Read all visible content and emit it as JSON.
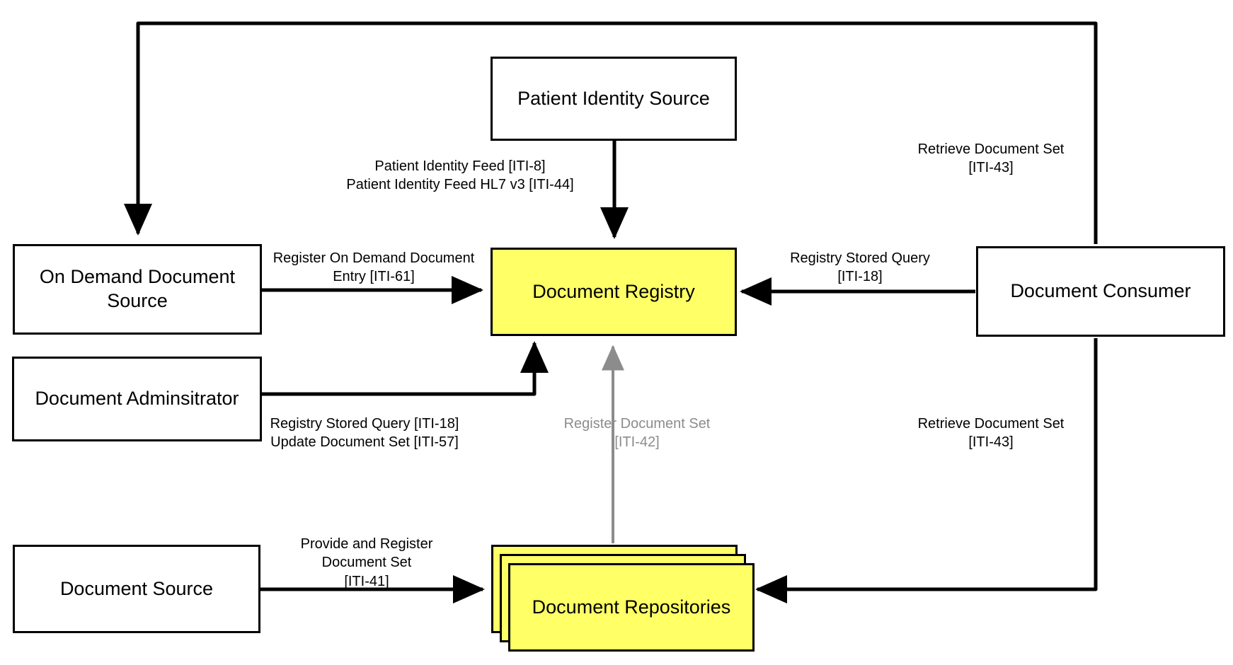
{
  "diagram": {
    "title": "IHE XDS.b Actor and Transaction Diagram",
    "colors": {
      "highlight": "#FFFF66",
      "node_border": "#000000",
      "arrow": "#000000",
      "arrow_muted": "#8C8C8C",
      "background": "#FFFFFF"
    },
    "nodes": [
      {
        "id": "patient-identity-source",
        "label": "Patient Identity Source",
        "highlighted": false
      },
      {
        "id": "on-demand-document-source",
        "label": "On Demand Document Source",
        "highlighted": false
      },
      {
        "id": "document-adminsitrator",
        "label": "Document Adminsitrator",
        "highlighted": false
      },
      {
        "id": "document-registry",
        "label": "Document Registry",
        "highlighted": true
      },
      {
        "id": "document-consumer",
        "label": "Document Consumer",
        "highlighted": false
      },
      {
        "id": "document-source",
        "label": "Document Source",
        "highlighted": false
      },
      {
        "id": "document-repositories",
        "label": "Document Repositories",
        "highlighted": true,
        "stacked": true
      }
    ],
    "edge_labels": {
      "patient_identity_feed": "Patient Identity Feed [ITI-8]\nPatient Identity Feed HL7 v3 [ITI-44]",
      "register_on_demand": "Register On Demand Document\nEntry [ITI-61]",
      "registry_stored_query_right": "Registry Stored Query\n[ITI-18]",
      "retrieve_document_set_top": "Retrieve Document Set\n[ITI-43]",
      "retrieve_document_set_bottom": "Retrieve Document Set\n[ITI-43]",
      "admin_transactions": "Registry Stored Query [ITI-18]\nUpdate Document Set [ITI-57]",
      "register_document_set": "Register Document Set\n[ITI-42]",
      "provide_and_register": "Provide and Register\nDocument Set\n[ITI-41]"
    }
  }
}
